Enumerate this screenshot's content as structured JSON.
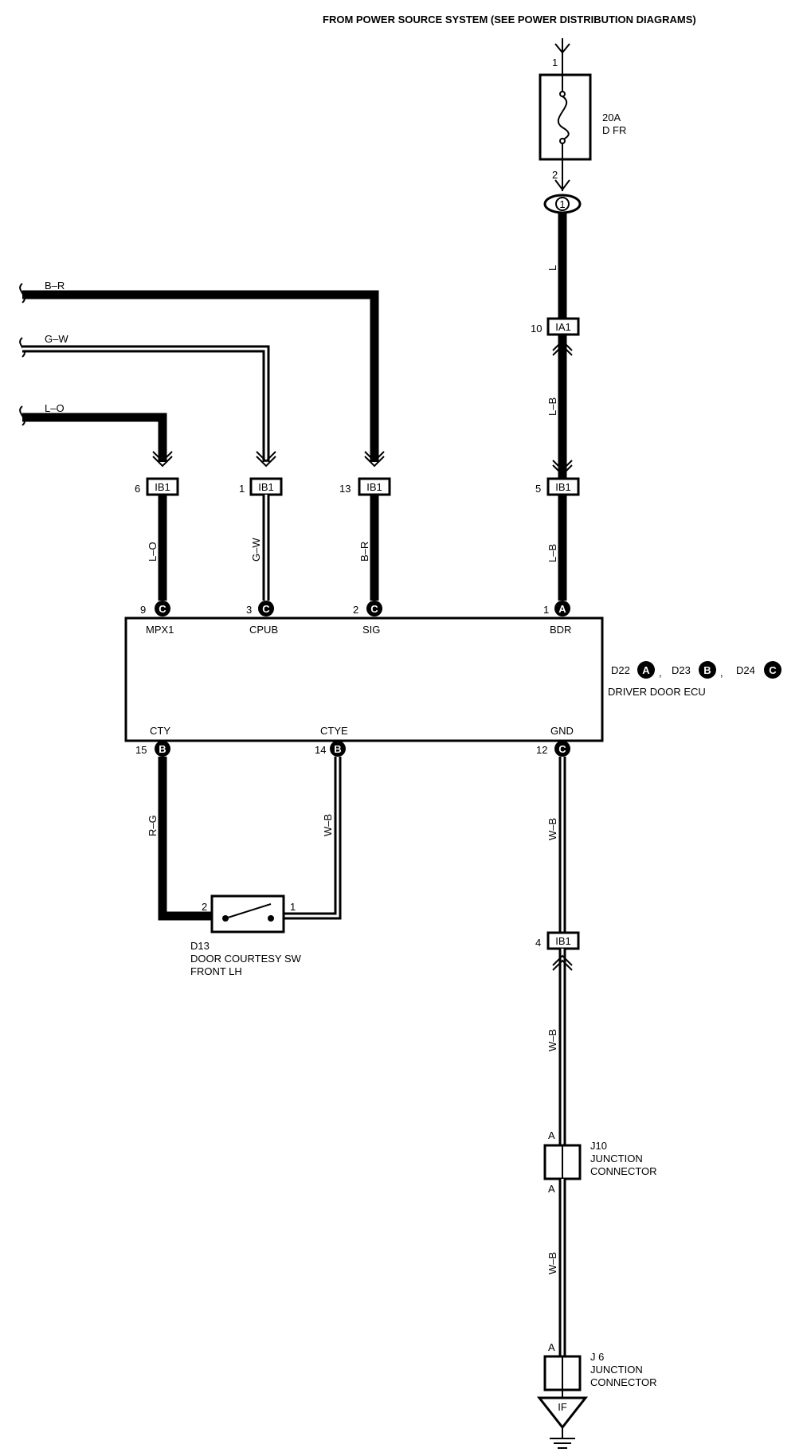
{
  "header": {
    "source_text": "FROM POWER SOURCE SYSTEM (SEE POWER DISTRIBUTION DIAGRAMS)"
  },
  "fuse": {
    "rating": "20A",
    "name": "D FR",
    "pin_in": "1",
    "pin_out": "2"
  },
  "splice": {
    "label": "1"
  },
  "wires": {
    "main_top": "L",
    "main_mid": "L–B",
    "main_low": "L–B",
    "in_br": "B–R",
    "in_gw": "G–W",
    "in_lo": "L–O",
    "ecu_lo": "L–O",
    "ecu_gw": "G–W",
    "ecu_br": "B–R",
    "cty": "R–G",
    "ctye": "W–B",
    "gnd_upper": "W–B",
    "gnd_mid": "W–B",
    "gnd_low": "W–B"
  },
  "connectors": {
    "ia1": {
      "pin": "10",
      "name": "IA1"
    },
    "ib1_power": {
      "pin": "5",
      "name": "IB1"
    },
    "ib1_lo": {
      "pin": "6",
      "name": "IB1"
    },
    "ib1_gw": {
      "pin": "1",
      "name": "IB1"
    },
    "ib1_br": {
      "pin": "13",
      "name": "IB1"
    },
    "ib1_gnd": {
      "pin": "4",
      "name": "IB1"
    }
  },
  "ecu": {
    "title": "DRIVER DOOR ECU",
    "refs": [
      {
        "id": "D22",
        "letter": "A"
      },
      {
        "id": "D23",
        "letter": "B"
      },
      {
        "id": "D24",
        "letter": "C"
      }
    ],
    "sep": ",",
    "terminals": {
      "mpx1": {
        "label": "MPX1",
        "pin": "9",
        "letter": "C"
      },
      "cpub": {
        "label": "CPUB",
        "pin": "3",
        "letter": "C"
      },
      "sig": {
        "label": "SIG",
        "pin": "2",
        "letter": "C"
      },
      "bdr": {
        "label": "BDR",
        "pin": "1",
        "letter": "A"
      },
      "cty": {
        "label": "CTY",
        "pin": "15",
        "letter": "B"
      },
      "ctye": {
        "label": "CTYE",
        "pin": "14",
        "letter": "B"
      },
      "gnd": {
        "label": "GND",
        "pin": "12",
        "letter": "C"
      }
    }
  },
  "switch": {
    "id": "D13",
    "line1": "DOOR COURTESY SW",
    "line2": "FRONT LH",
    "pin_left": "2",
    "pin_right": "1"
  },
  "j10": {
    "id": "J10",
    "line1": "JUNCTION",
    "line2": "CONNECTOR",
    "pin_top": "A",
    "pin_bottom": "A"
  },
  "j6": {
    "id": "J 6",
    "line1": "JUNCTION",
    "line2": "CONNECTOR",
    "pin_top": "A"
  },
  "ground": {
    "label": "IF"
  }
}
